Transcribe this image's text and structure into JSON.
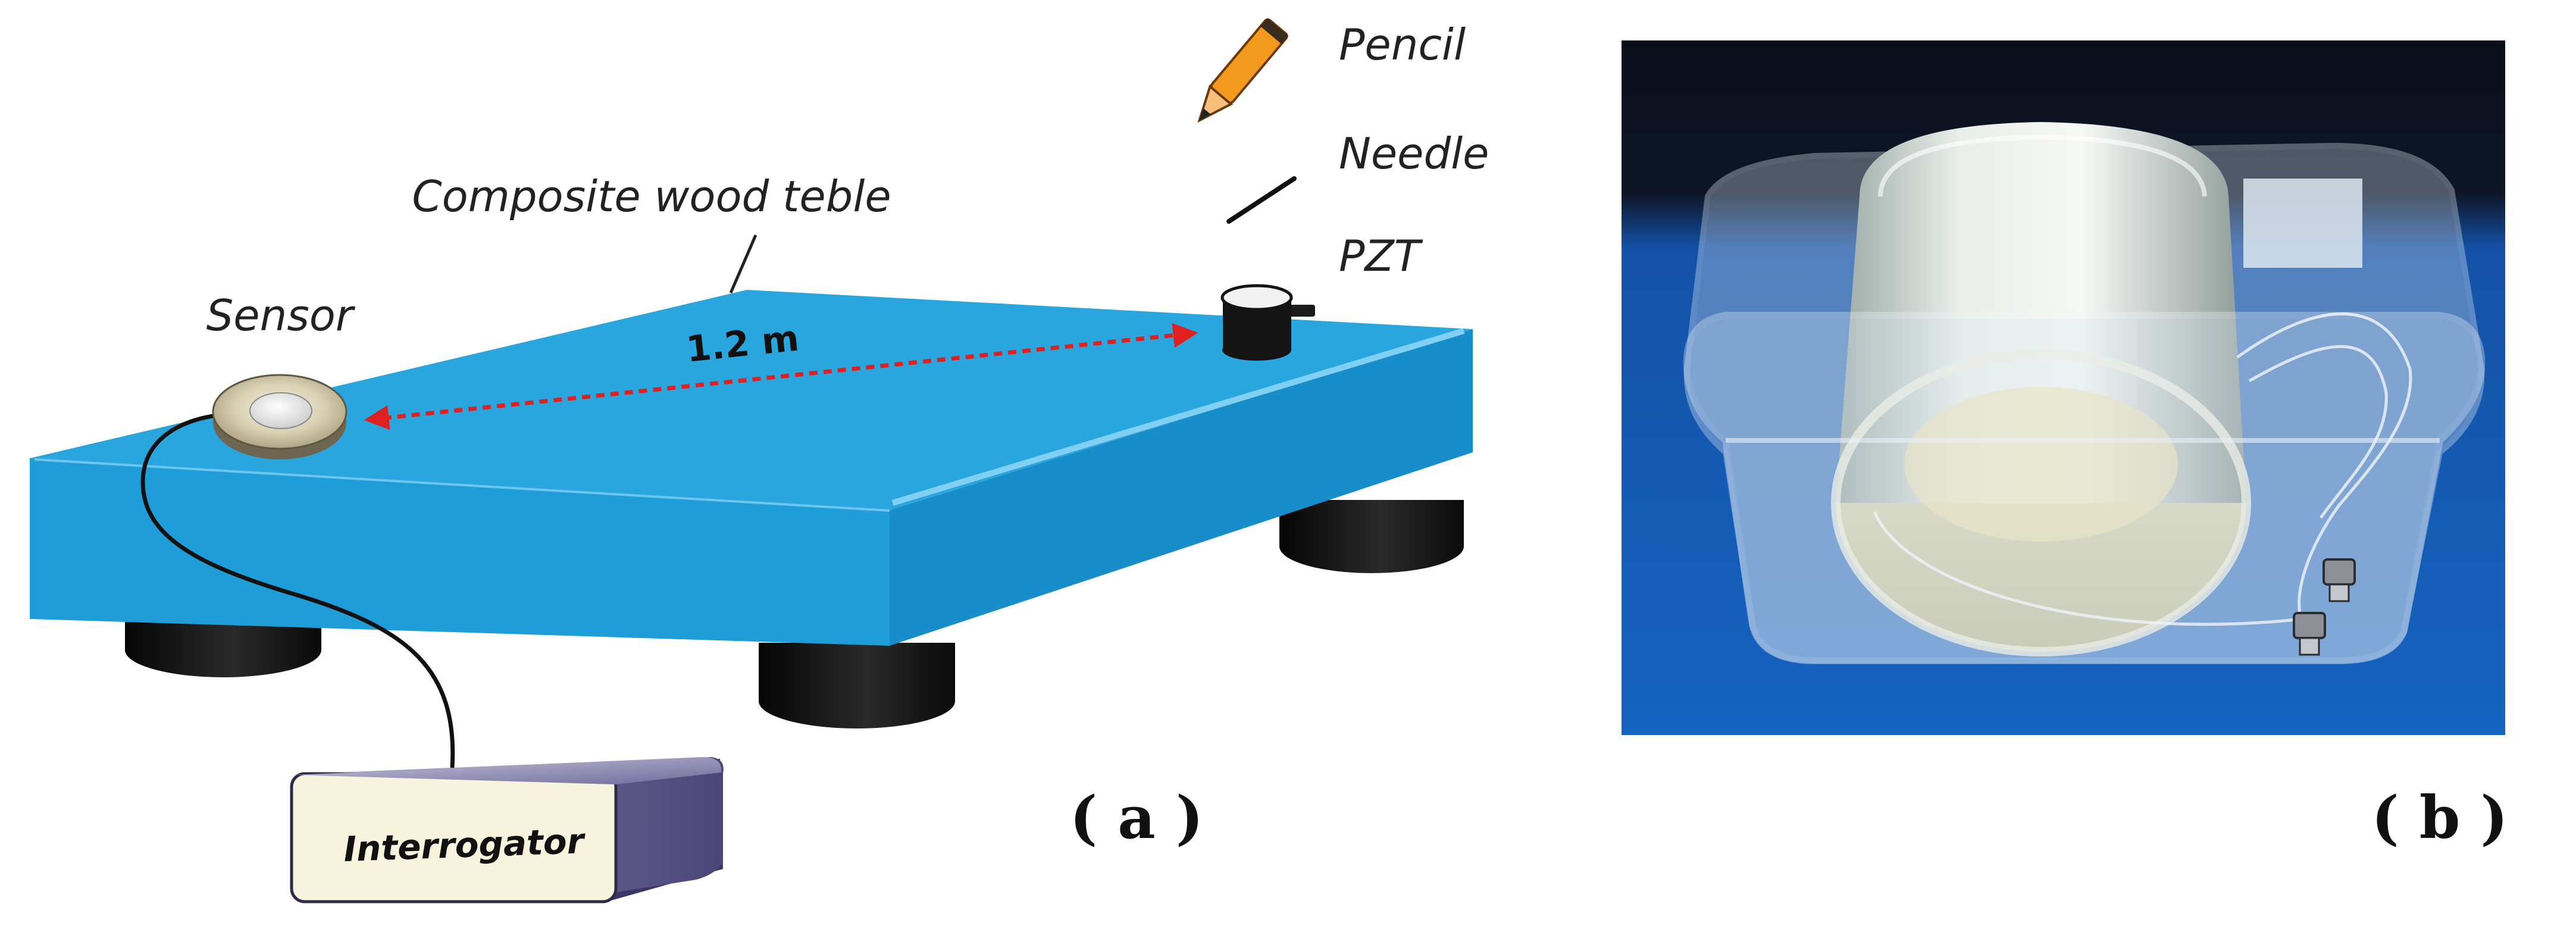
{
  "panel_a": {
    "label": "( a )",
    "table_label": "Composite wood teble",
    "sensor_label": "Sensor",
    "distance_label": "1.2 m",
    "interrogator_label": "Interrogator",
    "legend": {
      "pencil": "Pencil",
      "needle": "Needle",
      "pzt": "PZT"
    }
  },
  "panel_b": {
    "label": "( b )"
  },
  "colors": {
    "table_top": "#2aa6df",
    "table_front": "#1e99d6",
    "table_side": "#178bc6",
    "arrow": "#e02020",
    "pencil": "#f39a1e",
    "photo_bg": "#1461b8"
  }
}
